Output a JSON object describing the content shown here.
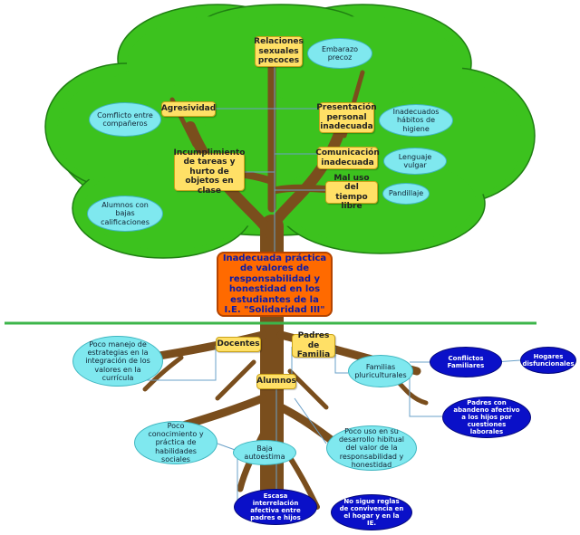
{
  "central": "Inadecuada práctica de valores de responsabilidad y honestidad en los estudiantes de la I.E. \"Solidaridad III\"",
  "effects": {
    "relaciones": "Relaciones sexuales precoces",
    "embarazo": "Embarazo precoz",
    "agresividad": "Agresividad",
    "conflicto": "Comflicto entre compañeros",
    "presentacion": "Presentación personal inadecuada",
    "habitos": "Inadecuados hábitos de higiene",
    "comunicacion": "Comunicación inadecuada",
    "lenguaje": "Lenguaje vulgar",
    "incumplimiento": "Incumplimiento de tareas y hurto de objetos en clase",
    "mal_uso": "Mal uso del tiempo libre",
    "pandillaje": "Pandillaje",
    "bajas": "Alumnos con bajas calificaciones"
  },
  "causes": {
    "docentes": "Docentes",
    "padres": "Padres de Familia",
    "alumnos": "Alumnos",
    "poco_manejo": "Poco manejo de estrategias en la integración de los valores en la currícula",
    "familias": "Familias pluriculturales",
    "conflictos": "Conflictos Familiares",
    "hogares": "Hogares disfuncionales",
    "abandono": "Padres con abandeno afectivo a los hijos por cuestiones laborales",
    "poco_conocimiento": "Poco conocimiento y práctica de habilidades sociales",
    "baja_autoestima": "Baja autoestima",
    "poco_uso": "Poco uso en su desarrollo hibitual del valor de la responsabilidad y honestidad",
    "escasa": "Escasa interrelación afectiva entre padres e hijos",
    "no_sigue": "No sigue reglas de convivencia en el hogar y en la IE."
  },
  "colors": {
    "crown": "#3cc21e",
    "trunk": "#7a4e1d",
    "ground": "#3cb54a",
    "yellow_box": "#ffe066",
    "cyan_bubble": "#7fe8ef",
    "blue_bubble": "#0a10c8",
    "center_box": "#ff6a00"
  }
}
